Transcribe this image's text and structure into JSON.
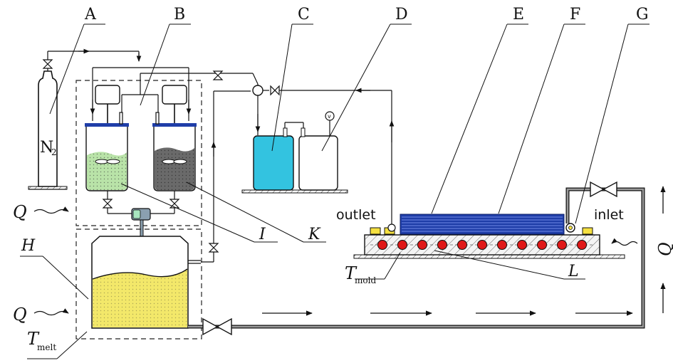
{
  "labels": {
    "A": "A",
    "B": "B",
    "C": "C",
    "D": "D",
    "E": "E",
    "F": "F",
    "G": "G",
    "H": "H",
    "I": "I",
    "K": "K",
    "L": "L"
  },
  "text": {
    "n2": "N",
    "n2_sub": "2",
    "outlet": "outlet",
    "inlet": "inlet",
    "q_left_top": "Q",
    "q_left_bottom": "Q",
    "q_right": "Q",
    "t_mold": "T",
    "t_mold_sub": "mold",
    "t_melt": "T",
    "t_melt_sub": "melt",
    "voltmeter": "v"
  },
  "colors": {
    "line": "#111111",
    "resin_green": "#b9e3a8",
    "resin_dark": "#6a6a6a",
    "melt_yellow": "#f3e86a",
    "tank_cyan": "#33c3e0",
    "fiber_blue": "#1f3ea8",
    "heater_red": "#e01818",
    "mold_hatch": "#555555",
    "valve_yellow": "#f5e040",
    "mixer_green": "#a8e6c0",
    "mixer_gray": "#8aa0b0",
    "pipe_gray": "#9a9a9a"
  },
  "heater_count": 11
}
